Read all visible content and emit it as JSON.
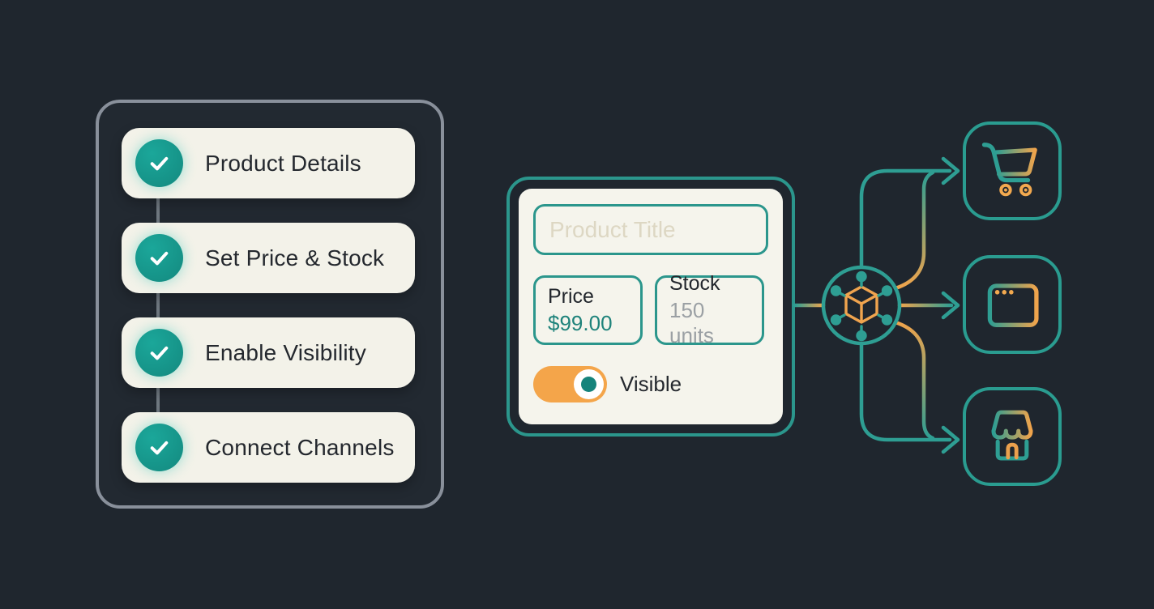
{
  "checklist": {
    "items": [
      {
        "label": "Product Details",
        "status": "complete"
      },
      {
        "label": "Set Price & Stock",
        "status": "complete"
      },
      {
        "label": "Enable Visibility",
        "status": "complete"
      },
      {
        "label": "Connect Channels",
        "status": "complete"
      }
    ]
  },
  "product_card": {
    "title_placeholder": "Product Title",
    "price": {
      "label": "Price",
      "value": "$99.00"
    },
    "stock": {
      "label": "Stock",
      "value": "150 units"
    },
    "visibility": {
      "label": "Visible",
      "state": "on"
    }
  },
  "hub": {
    "icon": "distribution-cube-icon"
  },
  "channels": [
    {
      "name": "cart",
      "icon": "shopping-cart-icon"
    },
    {
      "name": "web",
      "icon": "browser-window-icon"
    },
    {
      "name": "store",
      "icon": "storefront-icon"
    }
  ],
  "colors": {
    "background": "#1f262e",
    "teal": "#17948a",
    "teal_line": "#2e9e93",
    "orange": "#f0a44c",
    "cream": "#f3f2e9",
    "text_dark": "#24282e",
    "price_teal": "#1f837b",
    "muted_gray": "#9ba0a4",
    "panel_border": "#89909b"
  }
}
